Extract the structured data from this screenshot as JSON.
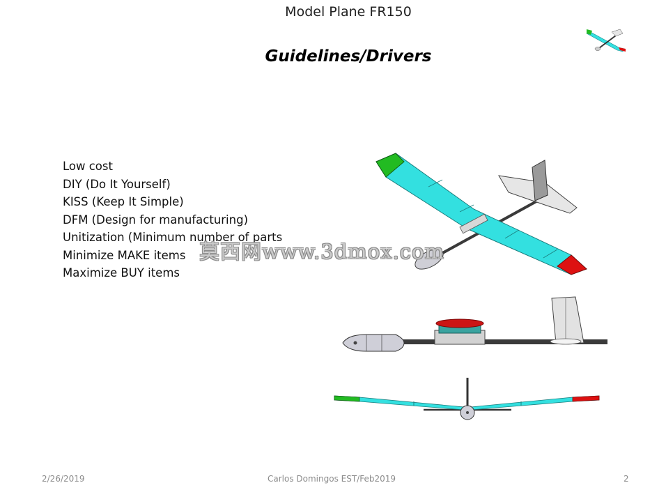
{
  "slide": {
    "title": "Model Plane FR150",
    "heading": "Guidelines/Drivers",
    "bullets": [
      "Low cost",
      "DIY (Do It Yourself)",
      "KISS (Keep It Simple)",
      "DFM (Design for manufacturing)",
      "Unitization (Minimum number of parts",
      "Minimize MAKE items",
      "Maximize  BUY items"
    ],
    "watermark": "莫西网www.3dmox.com"
  },
  "footer": {
    "date": "2/26/2019",
    "author": "Carlos Domingos EST/Feb2019",
    "page": "2"
  },
  "colors": {
    "wing": "#33e0e0",
    "wing_tip_left": "#22bb22",
    "wing_tip_right": "#dd1111",
    "tail": "#e6e6e6",
    "boom": "#3a3a3a"
  },
  "icons": [
    "plane-logo-icon",
    "plane-iso-view",
    "plane-side-view",
    "plane-front-view"
  ]
}
